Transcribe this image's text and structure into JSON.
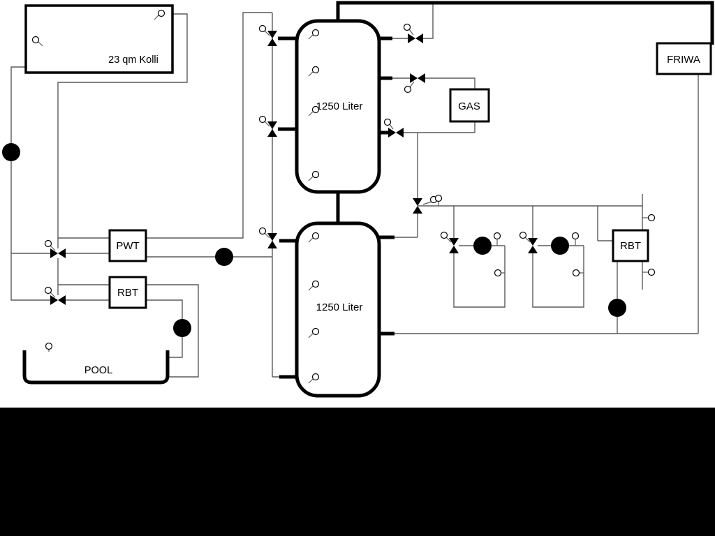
{
  "diagram": {
    "collector": {
      "label": "23 qm Kolli"
    },
    "tank_top": {
      "label": "1250 Liter"
    },
    "tank_bottom": {
      "label": "1250 Liter"
    },
    "gas_boiler": {
      "label": "GAS"
    },
    "friwa_station": {
      "label": "FRIWA"
    },
    "pwt_exchanger": {
      "label": "PWT"
    },
    "rbt_pool_exchanger": {
      "label": "RBT"
    },
    "rbt_right_exchanger": {
      "label": "RBT"
    },
    "pool": {
      "label": "POOL"
    }
  },
  "colors": {
    "background": "#ffffff",
    "pipe_thin": "#5a5a5a",
    "pipe_thick": "#000000",
    "bottom_bar": "#000000"
  }
}
